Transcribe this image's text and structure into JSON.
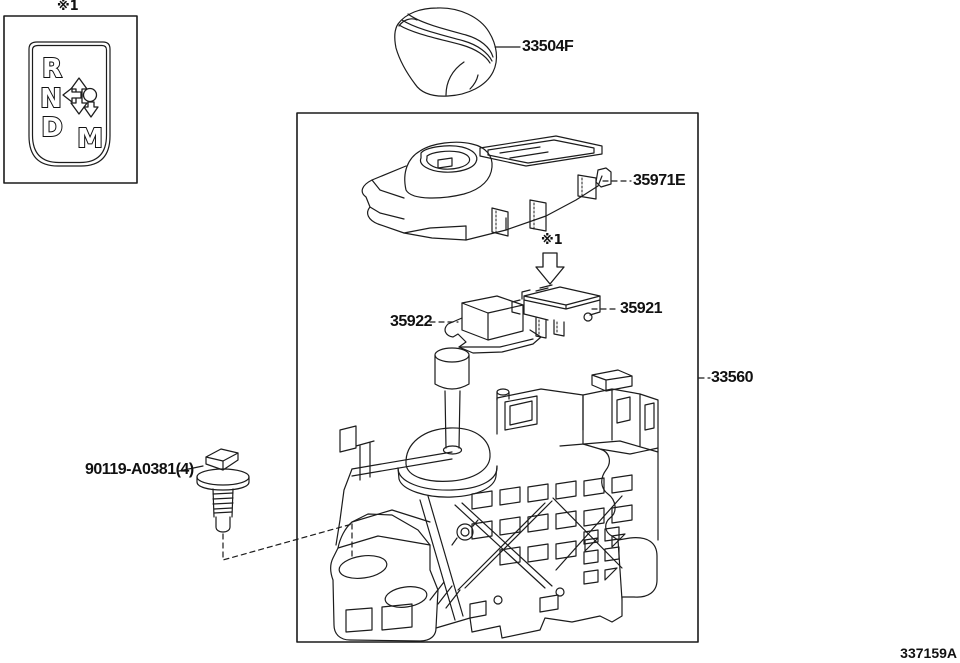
{
  "diagram": {
    "code": "337159A"
  },
  "markers": {
    "legend": "※1",
    "housing_ref": "※1"
  },
  "legend_gate": {
    "gears": [
      "R",
      "N",
      "D",
      "M"
    ]
  },
  "part_labels": {
    "knob": "33504F",
    "housing": "35971E",
    "shift_lock_left": "35922",
    "shift_lock_right": "35921",
    "assembly": "33560",
    "bolt": "90119-A0381(4)"
  },
  "colors": {
    "line": "#1c1c1c",
    "background": "#ffffff"
  }
}
